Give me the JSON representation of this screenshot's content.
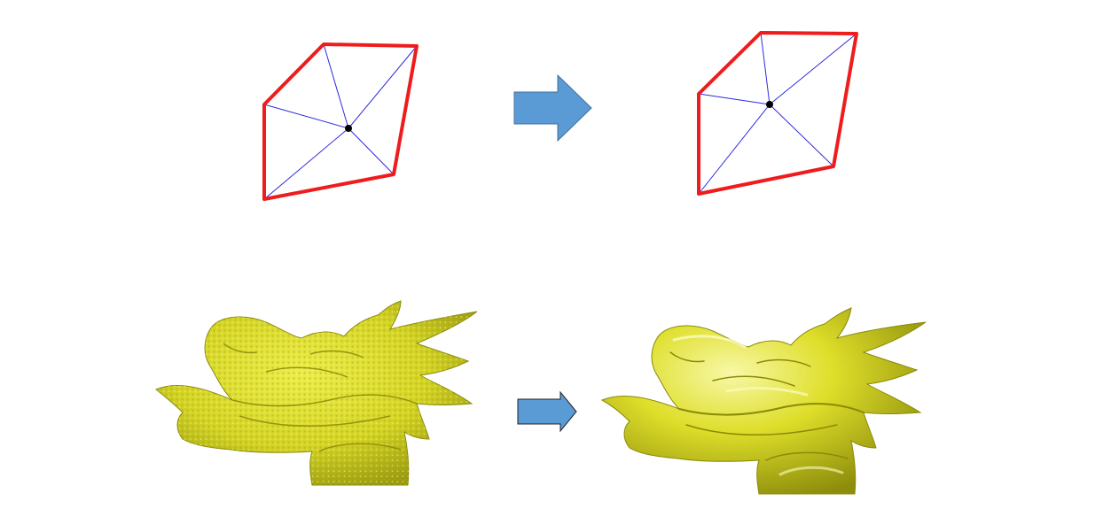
{
  "figure": {
    "rows": [
      {
        "id": "mesh-smoothing-schematic",
        "panels": [
          "polygon-before",
          "polygon-after"
        ]
      },
      {
        "id": "dragon-head-render",
        "panels": [
          "noisy-dragon-mesh",
          "smoothed-dragon-mesh"
        ]
      }
    ]
  },
  "colors": {
    "polygon_outline": "#ee1c1c",
    "interior_edges": "#2b2bdc",
    "center_vertex": "#000000",
    "arrow_fill": "#5b9bd5",
    "arrow_stroke": "#41719c",
    "dragon_fill": "#dede2a",
    "dragon_shade": "#9a9a10",
    "dragon_highlight": "#f6f6a0",
    "background": "#ffffff"
  },
  "icons": [
    "right-arrow-icon",
    "right-arrow-icon"
  ]
}
